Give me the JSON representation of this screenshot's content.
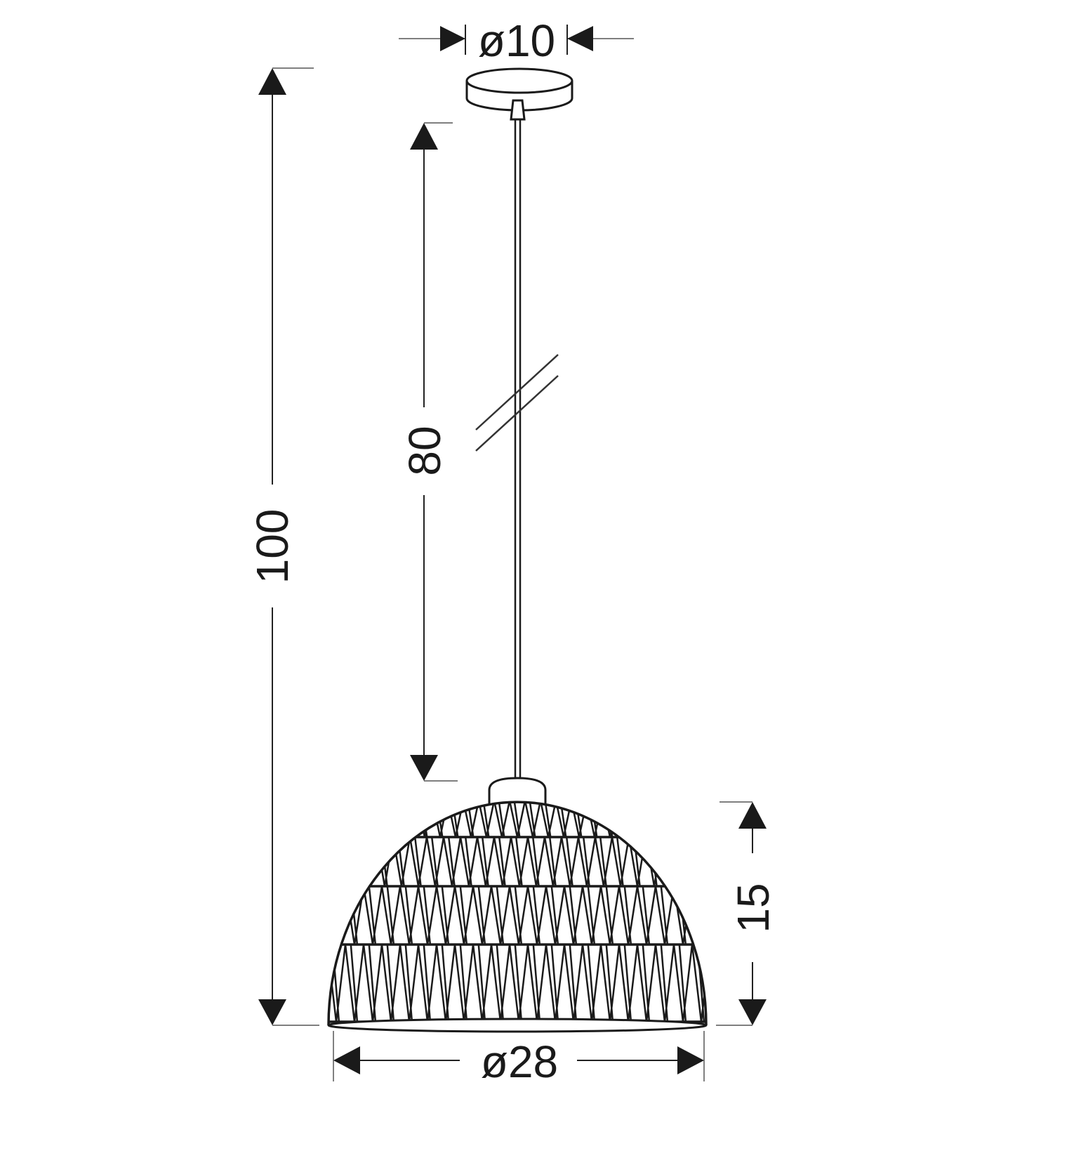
{
  "dimensions": {
    "canopy_diameter": "ø10",
    "total_height": "100",
    "cable_length": "80",
    "shade_height": "15",
    "shade_diameter": "ø28"
  },
  "colors": {
    "line": "#1a1a1a",
    "background": "#ffffff"
  }
}
